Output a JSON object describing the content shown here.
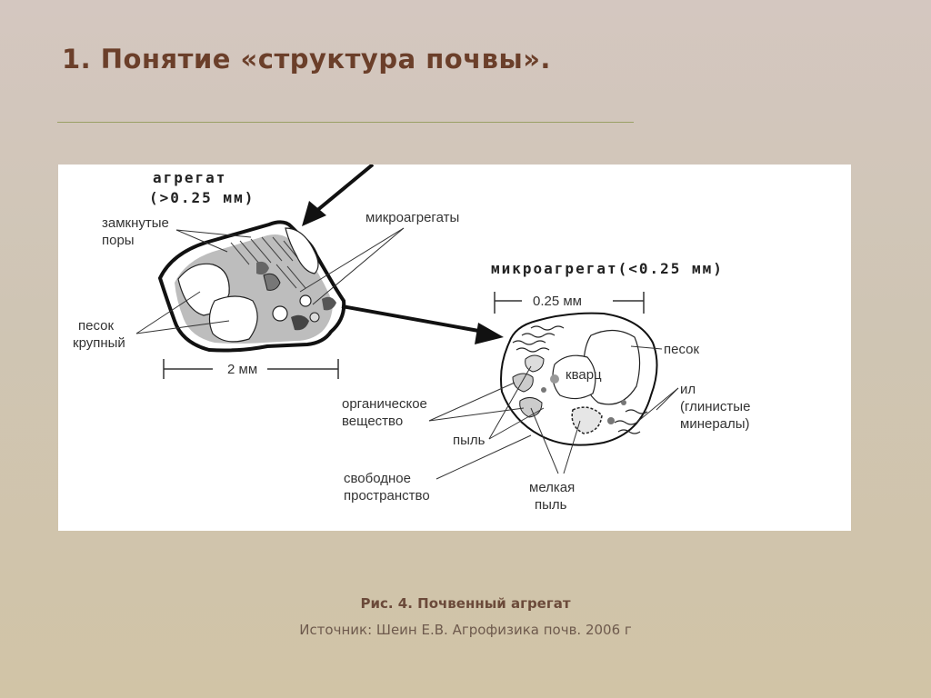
{
  "title": "1. Понятие «структура почвы».",
  "diagram": {
    "aggregate_label_line1": "агрегат",
    "aggregate_label_line2": "(>0.25 мм)",
    "closed_pores_line1": "замкнутые",
    "closed_pores_line2": "поры",
    "microaggregates": "микроагрегаты",
    "coarse_sand_line1": "песок",
    "coarse_sand_line2": "крупный",
    "scale_2mm": "2 мм",
    "microaggregate_label": "микроагрегат(<0.25 мм)",
    "scale_025mm": "0.25 мм",
    "sand": "песок",
    "quartz": "кварц",
    "clay_line1": "ил",
    "clay_line2": "(глинистые",
    "clay_line3": "минералы)",
    "organic_line1": "органическое",
    "organic_line2": "вещество",
    "dust": "пыль",
    "free_space_line1": "свободное",
    "free_space_line2": "пространство",
    "fine_dust_line1": "мелкая",
    "fine_dust_line2": "пыль"
  },
  "caption": "Рис. 4.  Почвенный агрегат",
  "source": "Источник: Шеин Е.В. Агрофизика почв. 2006 г"
}
